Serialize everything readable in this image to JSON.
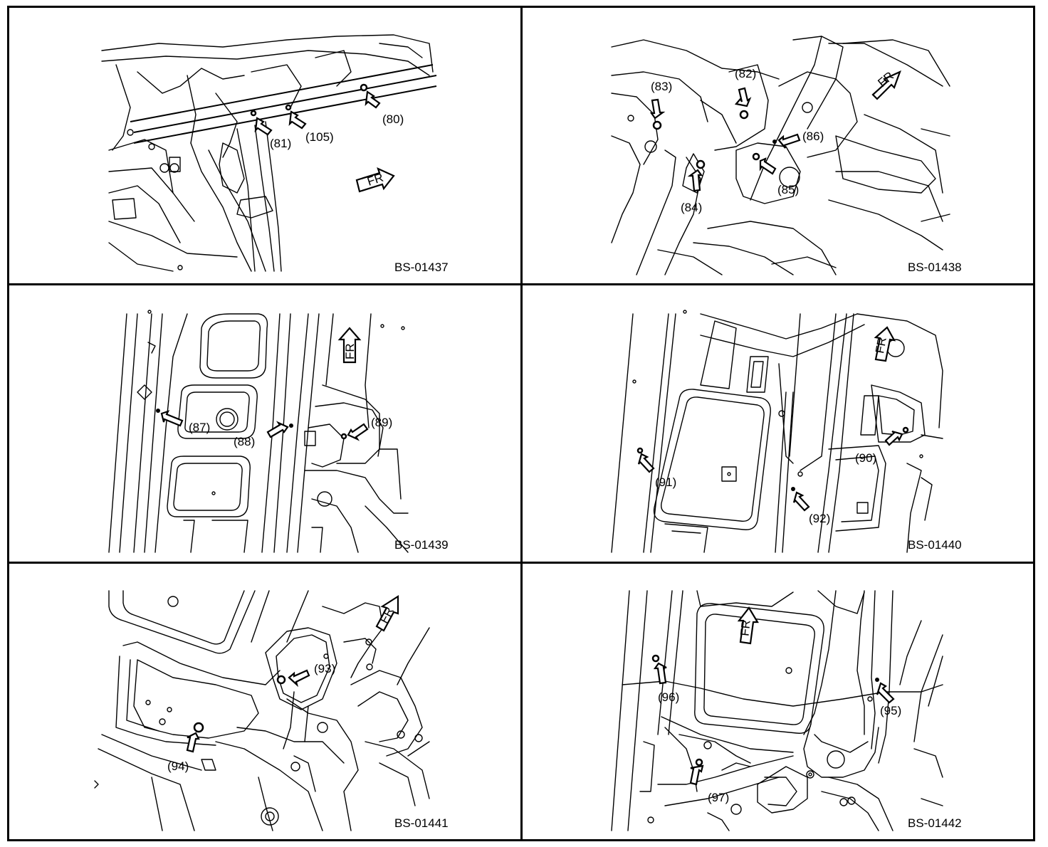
{
  "panels": [
    {
      "code": "BS-01437",
      "labels": [
        "(80)",
        "(81)",
        "(105)"
      ],
      "front_mark": "FR"
    },
    {
      "code": "BS-01438",
      "labels": [
        "(82)",
        "(83)",
        "(84)",
        "(85)",
        "(86)"
      ],
      "front_mark": "FR"
    },
    {
      "code": "BS-01439",
      "labels": [
        "(87)",
        "(88)",
        "(89)"
      ],
      "front_mark": "FR"
    },
    {
      "code": "BS-01440",
      "labels": [
        "(90)",
        "(91)",
        "(92)"
      ],
      "front_mark": "FR"
    },
    {
      "code": "BS-01441",
      "labels": [
        "(93)",
        "(94)"
      ],
      "front_mark": "FR"
    },
    {
      "code": "BS-01442",
      "labels": [
        "(95)",
        "(96)",
        "(97)"
      ],
      "front_mark": "FR"
    }
  ],
  "colors": {
    "line": "#000000",
    "background": "#ffffff"
  }
}
